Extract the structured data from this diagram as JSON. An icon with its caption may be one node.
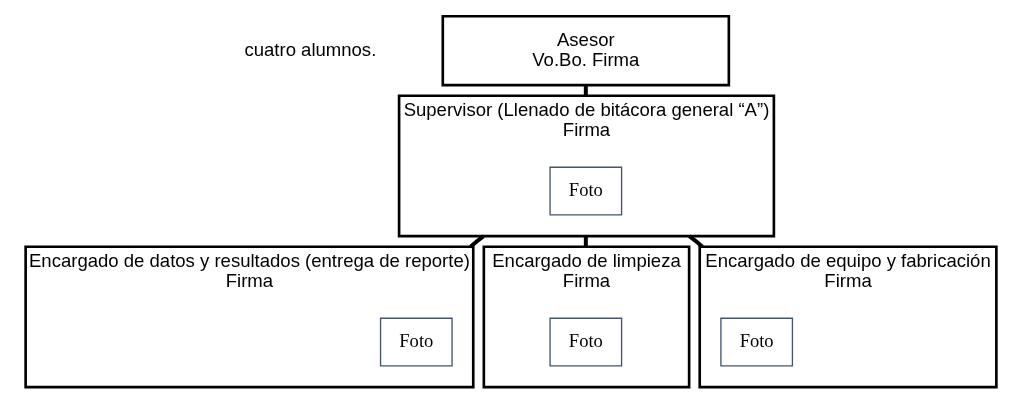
{
  "diagram": {
    "nodes": [
      {
        "text": [
          "Asesor",
          "Vo.Bo. Firma"
        ]
      },
      {
        "text": [
          "Supervisor (Llenado de bitácora general “A”)",
          "Firma"
        ]
      },
      {
        "text": [
          "Foto"
        ],
        "in": 1
      },
      {
        "text": [
          "Encargado de datos y resultados (entrega de reporte)",
          "Firma"
        ]
      },
      {
        "text": [
          "Foto"
        ],
        "in": 3
      },
      {
        "text": [
          "Encargado de limpieza",
          "Firma"
        ]
      },
      {
        "text": [
          "Foto"
        ],
        "in": 5
      },
      {
        "text": [
          "Encargado de equipo y fabricación",
          "Firma"
        ]
      },
      {
        "text": [
          "Foto"
        ],
        "in": 7
      }
    ],
    "edges": [
      {
        "from": 0,
        "to": 1,
        "arrow": "none"
      },
      {
        "from": 1,
        "to": 3,
        "arrow": "none"
      },
      {
        "from": 1,
        "to": 5,
        "arrow": "none"
      },
      {
        "from": 1,
        "to": 7,
        "arrow": "none"
      }
    ],
    "labels": [
      "cuatro alumnos."
    ]
  }
}
